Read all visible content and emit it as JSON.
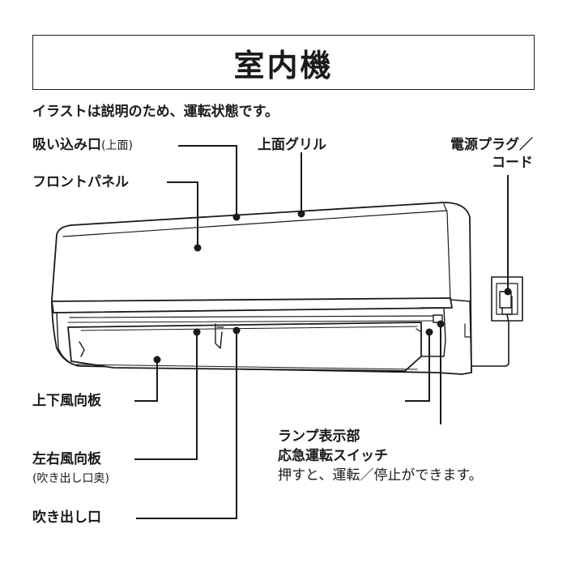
{
  "title": "室内機",
  "caption": "イラストは説明のため、運転状態です。",
  "labels": {
    "intake": "吸い込み口",
    "intake_sub": "(上面)",
    "top_grille": "上面グリル",
    "power_plug_1": "電源プラグ／",
    "power_plug_2": "コード",
    "front_panel": "フロントパネル",
    "vertical_louver": "上下風向板",
    "horizontal_louver": "左右風向板",
    "horizontal_louver_sub": "(吹き出し口奥)",
    "outlet": "吹き出し口",
    "lamp_display": "ランプ表示部",
    "emergency_switch": "応急運転スイッチ",
    "emergency_note": "押すと、運転／停止ができます。"
  }
}
